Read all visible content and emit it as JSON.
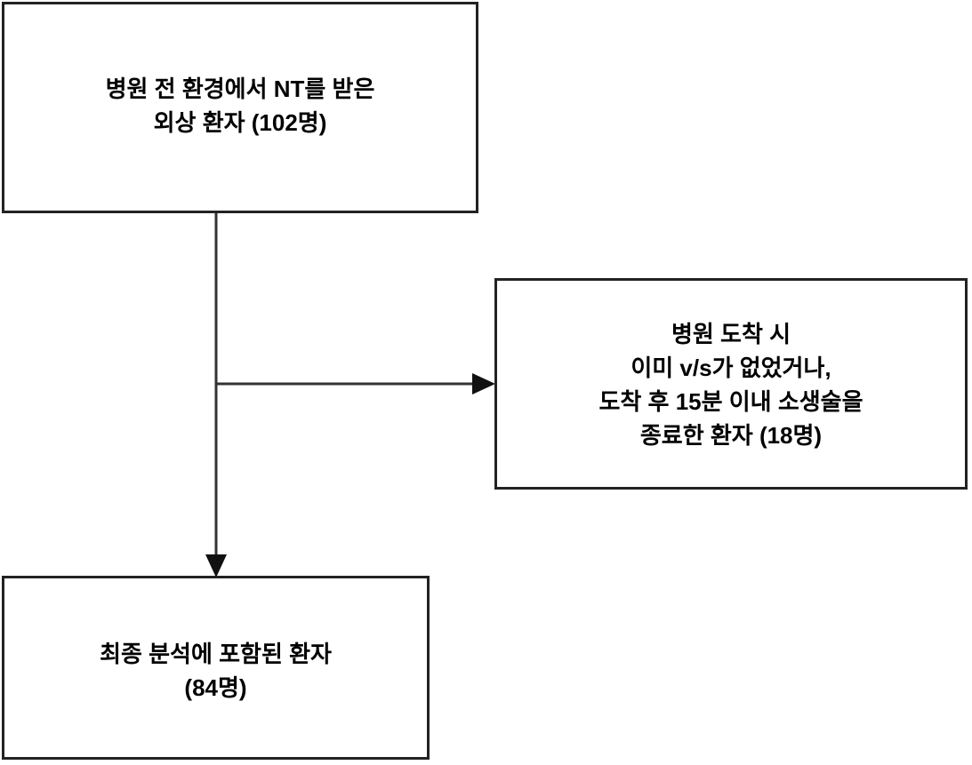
{
  "diagram": {
    "type": "patient-flow-chart",
    "title": "",
    "language": "ko",
    "colors": {
      "box_border": "#222222",
      "box_fill": "#FFFFFF",
      "connector": "#333333",
      "text": "#000000",
      "background": "#FFFFFF"
    },
    "nodes": [
      {
        "id": "enrolled",
        "role": "enrollment",
        "text": "병원 전 환경에서 NT를 받은\n외상 환자 (102명)",
        "count": 102,
        "count_label": "102명"
      },
      {
        "id": "excluded",
        "role": "exclusion",
        "text": "병원 도착 시\n이미 v/s가 없었거나,\n도착 후 15분 이내 소생술을\n종료한 환자 (18명)",
        "count": 18,
        "count_label": "18명"
      },
      {
        "id": "analyzed",
        "role": "analysis",
        "text": "최종 분석에 포함된 환자\n(84명)",
        "count": 84,
        "count_label": "84명"
      }
    ],
    "connectors": [
      {
        "id": "enrolled-to-excluded",
        "from": "enrolled",
        "to": "excluded",
        "direction": "right",
        "arrowhead": true
      },
      {
        "id": "enrolled-to-analyzed",
        "from": "enrolled",
        "to": "analyzed",
        "direction": "down",
        "arrowhead": true
      }
    ]
  }
}
